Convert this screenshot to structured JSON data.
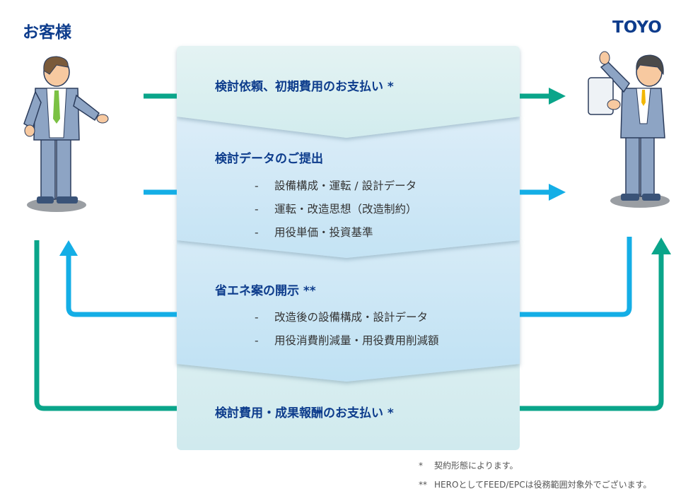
{
  "actors": {
    "customer": "お客様",
    "toyo": "TOYO"
  },
  "sections": [
    {
      "title": "検討依頼、初期費用のお支払い *",
      "items": []
    },
    {
      "title": "検討データのご提出",
      "items": [
        "設備構成・運転 / 設計データ",
        "運転・改造思想（改造制約）",
        "用役単価・投資基準"
      ]
    },
    {
      "title": "省エネ案の開示 **",
      "items": [
        "改造後の設備構成・設計データ",
        "用役消費削減量・用役費用削減額"
      ]
    },
    {
      "title": "検討費用・成果報酬のお支払い *",
      "items": []
    }
  ],
  "bullet": "-",
  "notes": [
    {
      "mark": "*",
      "text": "契約形態によります。"
    },
    {
      "mark": "**",
      "text": "HEROとしてFEED/EPCは役務範囲対象外でございます。"
    }
  ],
  "colors": {
    "teal": "#0aa58a",
    "blue": "#14aee6",
    "navy": "#0d3c8c"
  }
}
